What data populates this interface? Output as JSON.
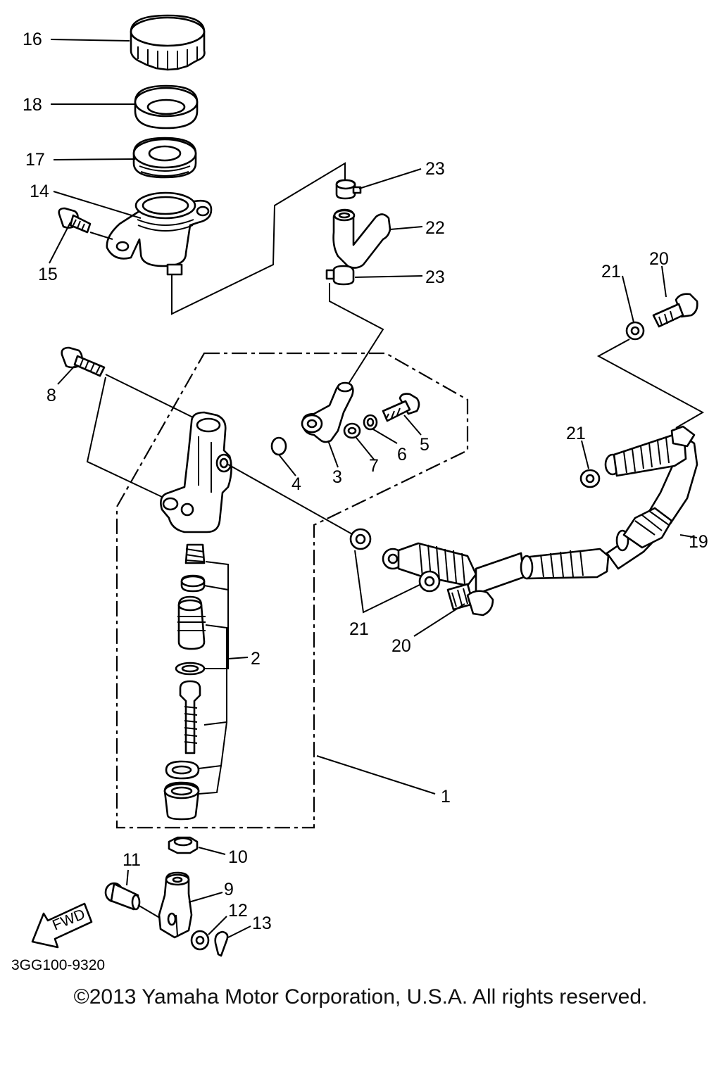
{
  "diagram": {
    "drawing_code": "3GG100-9320",
    "fwd_arrow_label": "FWD",
    "callouts": [
      {
        "id": "c16",
        "text": "16"
      },
      {
        "id": "c18",
        "text": "18"
      },
      {
        "id": "c17",
        "text": "17"
      },
      {
        "id": "c14",
        "text": "14"
      },
      {
        "id": "c15",
        "text": "15"
      },
      {
        "id": "c23a",
        "text": "23"
      },
      {
        "id": "c22",
        "text": "22"
      },
      {
        "id": "c23b",
        "text": "23"
      },
      {
        "id": "c21a",
        "text": "21"
      },
      {
        "id": "c20a",
        "text": "20"
      },
      {
        "id": "c8",
        "text": "8"
      },
      {
        "id": "c4",
        "text": "4"
      },
      {
        "id": "c3",
        "text": "3"
      },
      {
        "id": "c7",
        "text": "7"
      },
      {
        "id": "c6",
        "text": "6"
      },
      {
        "id": "c5",
        "text": "5"
      },
      {
        "id": "c21b",
        "text": "21"
      },
      {
        "id": "c19",
        "text": "19"
      },
      {
        "id": "c21c",
        "text": "21"
      },
      {
        "id": "c20b",
        "text": "20"
      },
      {
        "id": "c2",
        "text": "2"
      },
      {
        "id": "c1",
        "text": "1"
      },
      {
        "id": "c10",
        "text": "10"
      },
      {
        "id": "c11",
        "text": "11"
      },
      {
        "id": "c9",
        "text": "9"
      },
      {
        "id": "c12",
        "text": "12"
      },
      {
        "id": "c13",
        "text": "13"
      }
    ]
  },
  "footer": {
    "copyright": "©2013 Yamaha Motor Corporation, U.S.A. All rights reserved."
  }
}
